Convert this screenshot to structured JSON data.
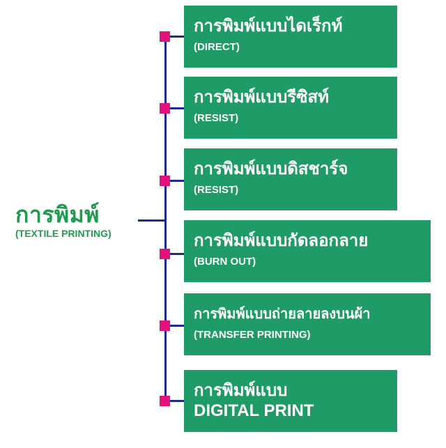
{
  "root": {
    "title": "การพิมพ์",
    "subtitle": "(TEXTILE PRINTING)"
  },
  "items": [
    {
      "title": "การพิมพ์แบบไดเร็กท์",
      "subtitle": "(DIRECT)"
    },
    {
      "title": "การพิมพ์แบบรีซิสท์",
      "subtitle": "(RESIST)"
    },
    {
      "title": "การพิมพ์แบบดิสชาร์จ",
      "subtitle": "(RESIST)"
    },
    {
      "title": "การพิมพ์แบบกัดลอกลาย",
      "subtitle": "(BURN OUT)"
    },
    {
      "title": "การพิมพ์แบบถ่ายลายลงบนผ้า",
      "subtitle": "(TRANSFER PRINTING)"
    },
    {
      "title": "การพิมพ์แบบ",
      "subtitle": "DIGITAL PRINT"
    }
  ],
  "colors": {
    "box": "#1f9b68",
    "connector": "#1b2a8f",
    "bullet": "#e3127a",
    "root_text": "#1f9b4f"
  }
}
